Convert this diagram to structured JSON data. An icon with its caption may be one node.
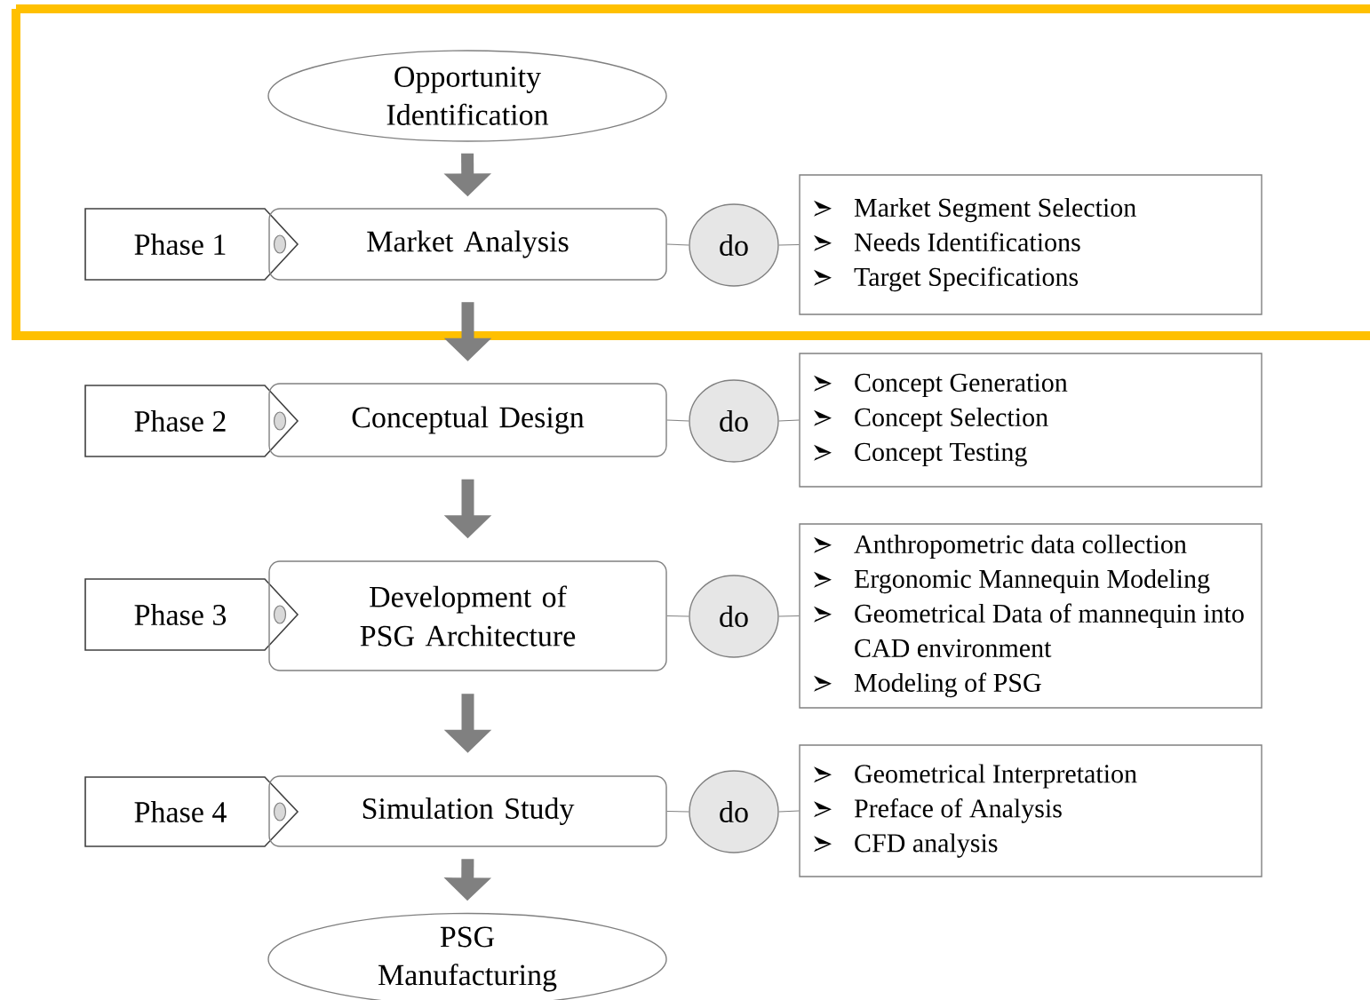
{
  "diagram": {
    "nodes": [
      {
        "text": [
          "Opportunity Identification"
        ]
      },
      {
        "text": [
          "Phase 1"
        ]
      },
      {
        "text": [
          "Market Analysis"
        ]
      },
      {
        "text": [
          "do"
        ]
      },
      {
        "text": [
          "Market Segment Selection",
          "Needs Identifications",
          "Target Specifications"
        ]
      },
      {
        "text": [
          "Phase 2"
        ]
      },
      {
        "text": [
          "Conceptual Design"
        ]
      },
      {
        "text": [
          "do"
        ]
      },
      {
        "text": [
          "Concept Generation",
          "Concept Selection",
          "Concept Testing"
        ]
      },
      {
        "text": [
          "Phase 3"
        ]
      },
      {
        "text": [
          "Development of PSG Architecture"
        ]
      },
      {
        "text": [
          "do"
        ]
      },
      {
        "text": [
          "Anthropometric data collection",
          "Ergonomic Mannequin Modeling",
          "Geometrical Data of mannequin into CAD environment",
          "Modeling of PSG"
        ]
      },
      {
        "text": [
          "Phase 4"
        ]
      },
      {
        "text": [
          "Simulation Study"
        ]
      },
      {
        "text": [
          "do"
        ]
      },
      {
        "text": [
          "Geometrical Interpretation",
          "Preface of Analysis",
          "CFD analysis"
        ]
      },
      {
        "text": [
          "PSG Manufacturing"
        ]
      }
    ],
    "edges": [
      {
        "from": 0,
        "to": 2,
        "arrow": "to",
        "style": "thick"
      },
      {
        "from": 2,
        "to": 6,
        "arrow": "to",
        "style": "thick"
      },
      {
        "from": 6,
        "to": 10,
        "arrow": "to",
        "style": "thick"
      },
      {
        "from": 10,
        "to": 14,
        "arrow": "to",
        "style": "thick"
      },
      {
        "from": 14,
        "to": 17,
        "arrow": "to",
        "style": "thick"
      },
      {
        "from": 2,
        "to": 3,
        "arrow": "none"
      },
      {
        "from": 3,
        "to": 4,
        "arrow": "none"
      },
      {
        "from": 6,
        "to": 7,
        "arrow": "none"
      },
      {
        "from": 7,
        "to": 8,
        "arrow": "none"
      },
      {
        "from": 10,
        "to": 11,
        "arrow": "none"
      },
      {
        "from": 11,
        "to": 12,
        "arrow": "none"
      },
      {
        "from": 14,
        "to": 15,
        "arrow": "none"
      },
      {
        "from": 15,
        "to": 16,
        "arrow": "none"
      }
    ]
  }
}
